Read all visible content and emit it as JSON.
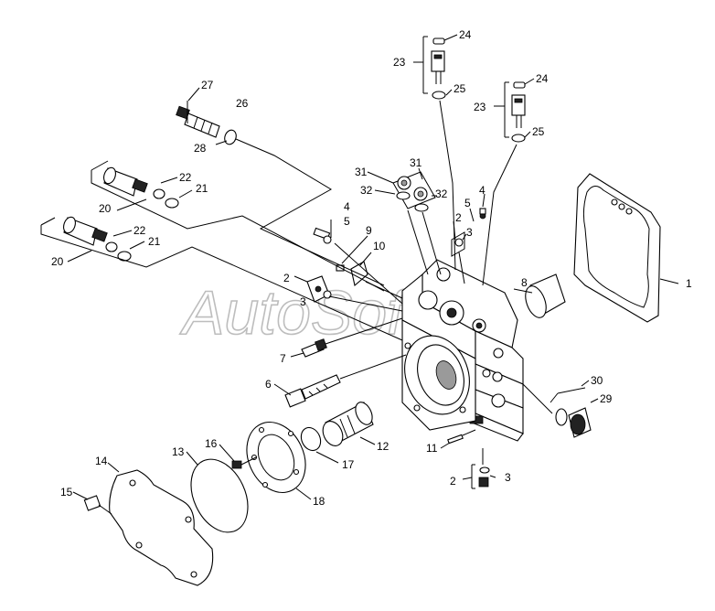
{
  "watermark": "AutoSoft",
  "callouts": [
    {
      "id": "c1",
      "text": "1"
    },
    {
      "id": "c2a",
      "text": "2"
    },
    {
      "id": "c2b",
      "text": "2"
    },
    {
      "id": "c2c",
      "text": "2"
    },
    {
      "id": "c3a",
      "text": "3"
    },
    {
      "id": "c3b",
      "text": "3"
    },
    {
      "id": "c3c",
      "text": "3"
    },
    {
      "id": "c4a",
      "text": "4"
    },
    {
      "id": "c4b",
      "text": "4"
    },
    {
      "id": "c5a",
      "text": "5"
    },
    {
      "id": "c5b",
      "text": "5"
    },
    {
      "id": "c6",
      "text": "6"
    },
    {
      "id": "c7",
      "text": "7"
    },
    {
      "id": "c8",
      "text": "8"
    },
    {
      "id": "c9",
      "text": "9"
    },
    {
      "id": "c10",
      "text": "10"
    },
    {
      "id": "c11",
      "text": "11"
    },
    {
      "id": "c12",
      "text": "12"
    },
    {
      "id": "c13",
      "text": "13"
    },
    {
      "id": "c14",
      "text": "14"
    },
    {
      "id": "c15",
      "text": "15"
    },
    {
      "id": "c16",
      "text": "16"
    },
    {
      "id": "c17",
      "text": "17"
    },
    {
      "id": "c18",
      "text": "18"
    },
    {
      "id": "c20a",
      "text": "20"
    },
    {
      "id": "c20b",
      "text": "20"
    },
    {
      "id": "c21a",
      "text": "21"
    },
    {
      "id": "c21b",
      "text": "21"
    },
    {
      "id": "c22a",
      "text": "22"
    },
    {
      "id": "c22b",
      "text": "22"
    },
    {
      "id": "c23a",
      "text": "23"
    },
    {
      "id": "c23b",
      "text": "23"
    },
    {
      "id": "c24a",
      "text": "24"
    },
    {
      "id": "c24b",
      "text": "24"
    },
    {
      "id": "c25a",
      "text": "25"
    },
    {
      "id": "c25b",
      "text": "25"
    },
    {
      "id": "c26",
      "text": "26"
    },
    {
      "id": "c27",
      "text": "27"
    },
    {
      "id": "c28",
      "text": "28"
    },
    {
      "id": "c29",
      "text": "29"
    },
    {
      "id": "c30",
      "text": "30"
    },
    {
      "id": "c31a",
      "text": "31"
    },
    {
      "id": "c31b",
      "text": "31"
    },
    {
      "id": "c32a",
      "text": "32"
    },
    {
      "id": "c32b",
      "text": "32"
    }
  ]
}
